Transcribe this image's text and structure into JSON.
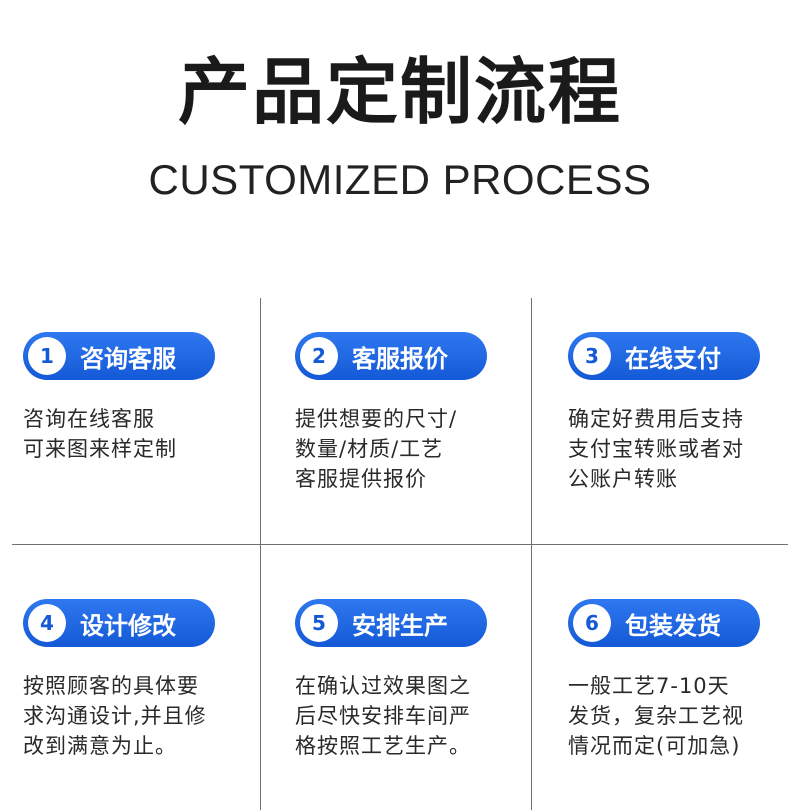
{
  "title_cn": "产品定制流程",
  "title_en": "CUSTOMIZED PROCESS",
  "accent_color": "#1a5fe0",
  "steps": [
    {
      "number": "1",
      "label": "咨询客服",
      "lines": [
        "咨询在线客服",
        "可来图来样定制"
      ]
    },
    {
      "number": "2",
      "label": "客服报价",
      "lines": [
        "提供想要的尺寸/",
        "数量/材质/工艺",
        "客服提供报价"
      ]
    },
    {
      "number": "3",
      "label": "在线支付",
      "lines": [
        "确定好费用后支持",
        "支付宝转账或者对",
        "公账户转账"
      ]
    },
    {
      "number": "4",
      "label": "设计修改",
      "lines": [
        "按照顾客的具体要",
        "求沟通设计,并且修",
        "改到满意为止。"
      ]
    },
    {
      "number": "5",
      "label": "安排生产",
      "lines": [
        "在确认过效果图之",
        "后尽快安排车间严",
        "格按照工艺生产。"
      ]
    },
    {
      "number": "6",
      "label": "包装发货",
      "lines": [
        "一般工艺7-10天",
        "发货，复杂工艺视",
        "情况而定(可加急)"
      ]
    }
  ]
}
